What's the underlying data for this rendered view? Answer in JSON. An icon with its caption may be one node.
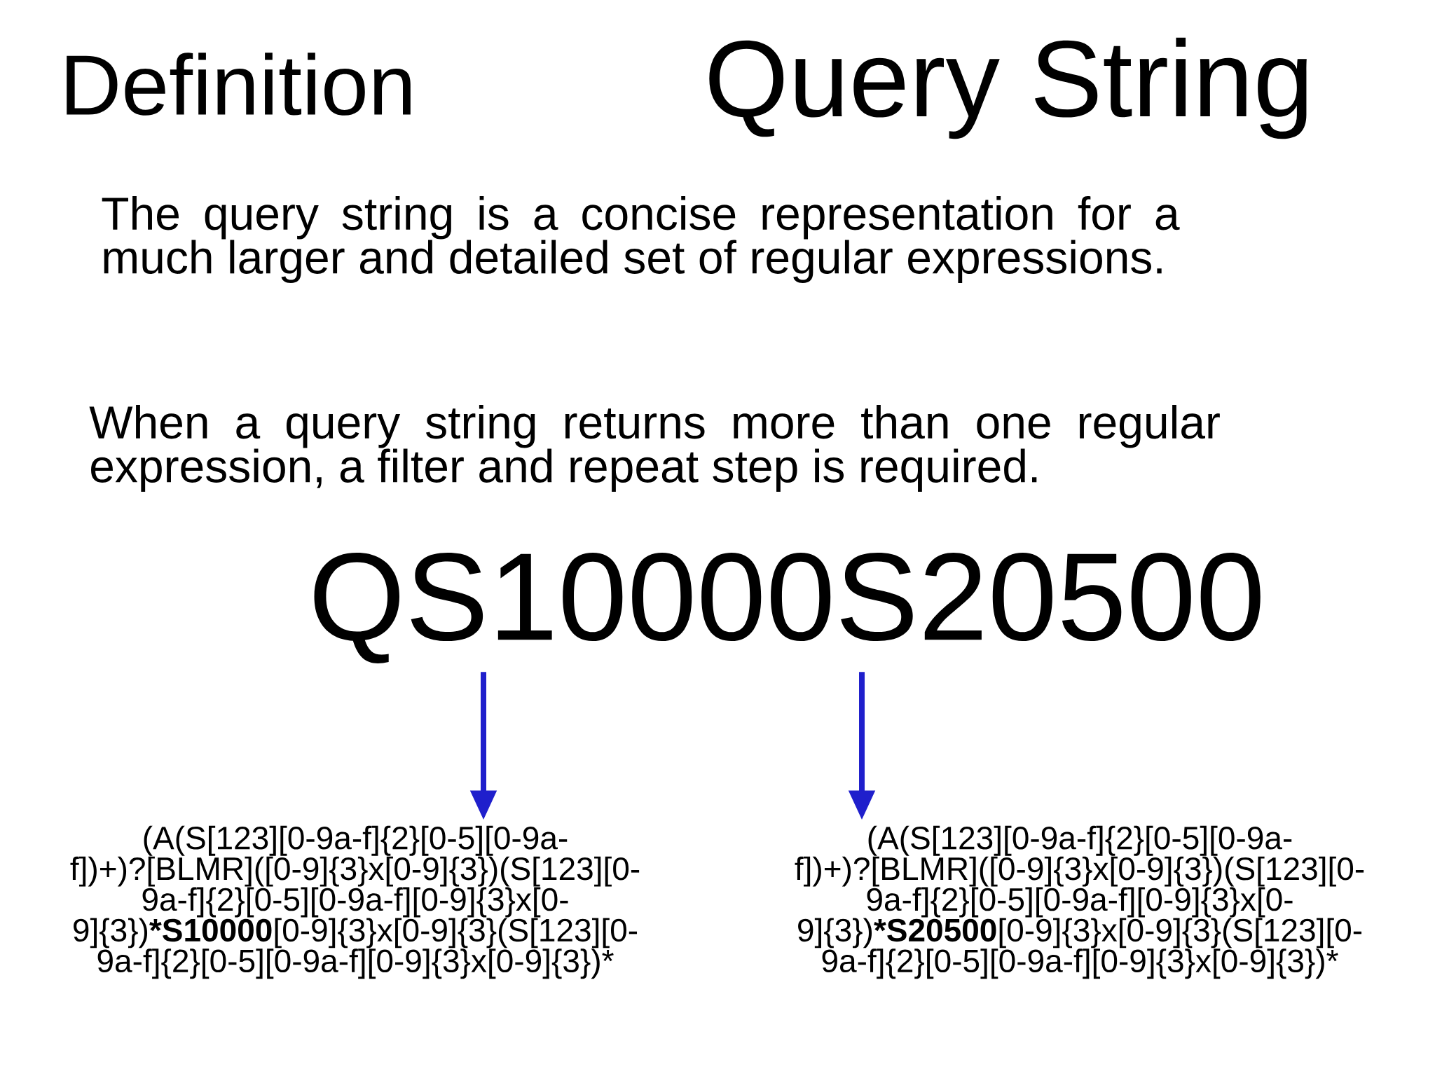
{
  "diagram": {
    "title": "Query String",
    "nodes": [
      {
        "text": [
          "QS10000S20500"
        ]
      },
      {
        "text": [
          "(A(S[123][0-9a-f]{2}[0-5][0-9a-f])+)?[BLMR]([0-9]{3}x[0-9]{3})(S[123][0-9a-f]{2}[0-5][0-9a-f][0-9]{3}x[0-9]{3})***S10000**[0-9]{3}x[0-9]{3}(S[123][0-9a-f]{2}[0-5][0-9a-f][0-9]{3}x[0-9]{3})*"
        ]
      },
      {
        "text": [
          "(A(S[123][0-9a-f]{2}[0-5][0-9a-f])+)?[BLMR]([0-9]{3}x[0-9]{3})(S[123][0-9a-f]{2}[0-5][0-9a-f][0-9]{3}x[0-9]{3})***S20500**[0-9]{3}x[0-9]{3}(S[123][0-9a-f]{2}[0-5][0-9a-f][0-9]{3}x[0-9]{3})*"
        ]
      }
    ],
    "edges": [
      {
        "from": 0,
        "to": 1,
        "arrow": "to"
      },
      {
        "from": 0,
        "to": 2,
        "arrow": "to"
      }
    ],
    "labels": [
      "Definition",
      "The query string is a concise representation for a much larger and detailed set of regular expressions.",
      "When a query string returns more than one regular expression, a filter and repeat step is required."
    ]
  }
}
